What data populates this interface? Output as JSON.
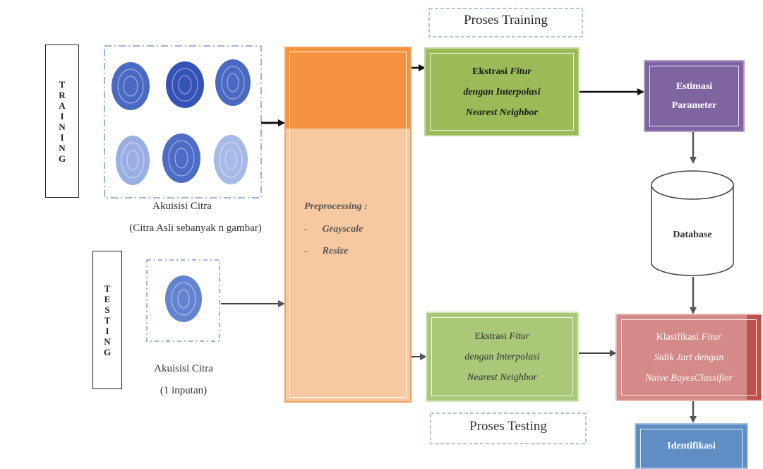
{
  "diagram": {
    "training_label": "TRAINING",
    "testing_label": "TESTING",
    "proses_training": "Proses Training",
    "proses_testing": "Proses Testing",
    "akuisisi_training": "Akuisisi Citra",
    "akuisisi_training_sub": "(Citra Asli sebanyak n gambar)",
    "akuisisi_testing": "Akuisisi Citra",
    "akuisisi_testing_sub": "(1 inputan)",
    "preprocessing": {
      "title": "Preprocessing :",
      "items": [
        "Grayscale",
        "Resize"
      ]
    },
    "ekstrasi_training": {
      "line1_plain": "Ekstrasi ",
      "line1_italic": "Fitur",
      "line2": "dengan Interpolasi",
      "line3": "Nearest Neighbor"
    },
    "ekstrasi_testing": {
      "line1_plain": "Ekstrasi ",
      "line1_italic": "Fitur",
      "line2": "dengan Interpolasi",
      "line3": "Nearest Neighbor"
    },
    "estimasi": [
      "Estimasi",
      "Parameter"
    ],
    "database": "Database",
    "klasifikasi": {
      "line1_plain": "Klasifikasi ",
      "line1_italic": "Fitur",
      "line2": "Sidik Jari dengan",
      "line3": "Naive BayesClassifier"
    },
    "identifikasi": "Identifikasi",
    "colors": {
      "orange": "#f5923e",
      "green": "#9bbb59",
      "purple": "#8064a2",
      "red": "#c0504d",
      "blue": "#4f81bd",
      "fingerprint": "#2a4fb8"
    }
  }
}
